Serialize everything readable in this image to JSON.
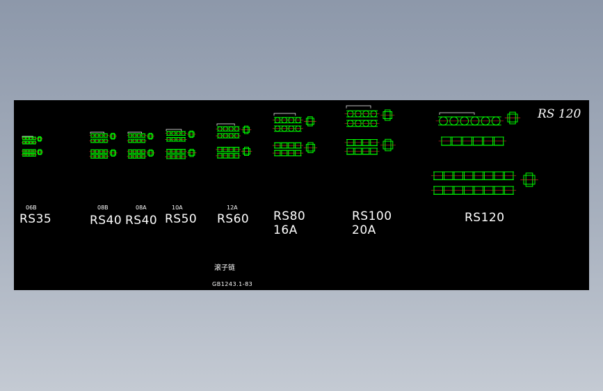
{
  "colors": {
    "background": "#000000",
    "drawing": "#00ff00",
    "accent": "#ff3333",
    "text": "#ffffff"
  },
  "drawing": {
    "title_italic": "RS 120",
    "groups": [
      {
        "small": "06B",
        "big": "RS35"
      },
      {
        "small": "08B",
        "big": "RS40"
      },
      {
        "small": "08A",
        "big": "RS40"
      },
      {
        "small": "10A",
        "big": "RS50"
      },
      {
        "small": "12A",
        "big": "RS60"
      },
      {
        "big": "RS80",
        "big2": "16A"
      },
      {
        "big": "RS100",
        "big2": "20A"
      },
      {
        "big": "RS120"
      }
    ],
    "caption": "滚子链",
    "standard": "GB1243.1-83"
  }
}
